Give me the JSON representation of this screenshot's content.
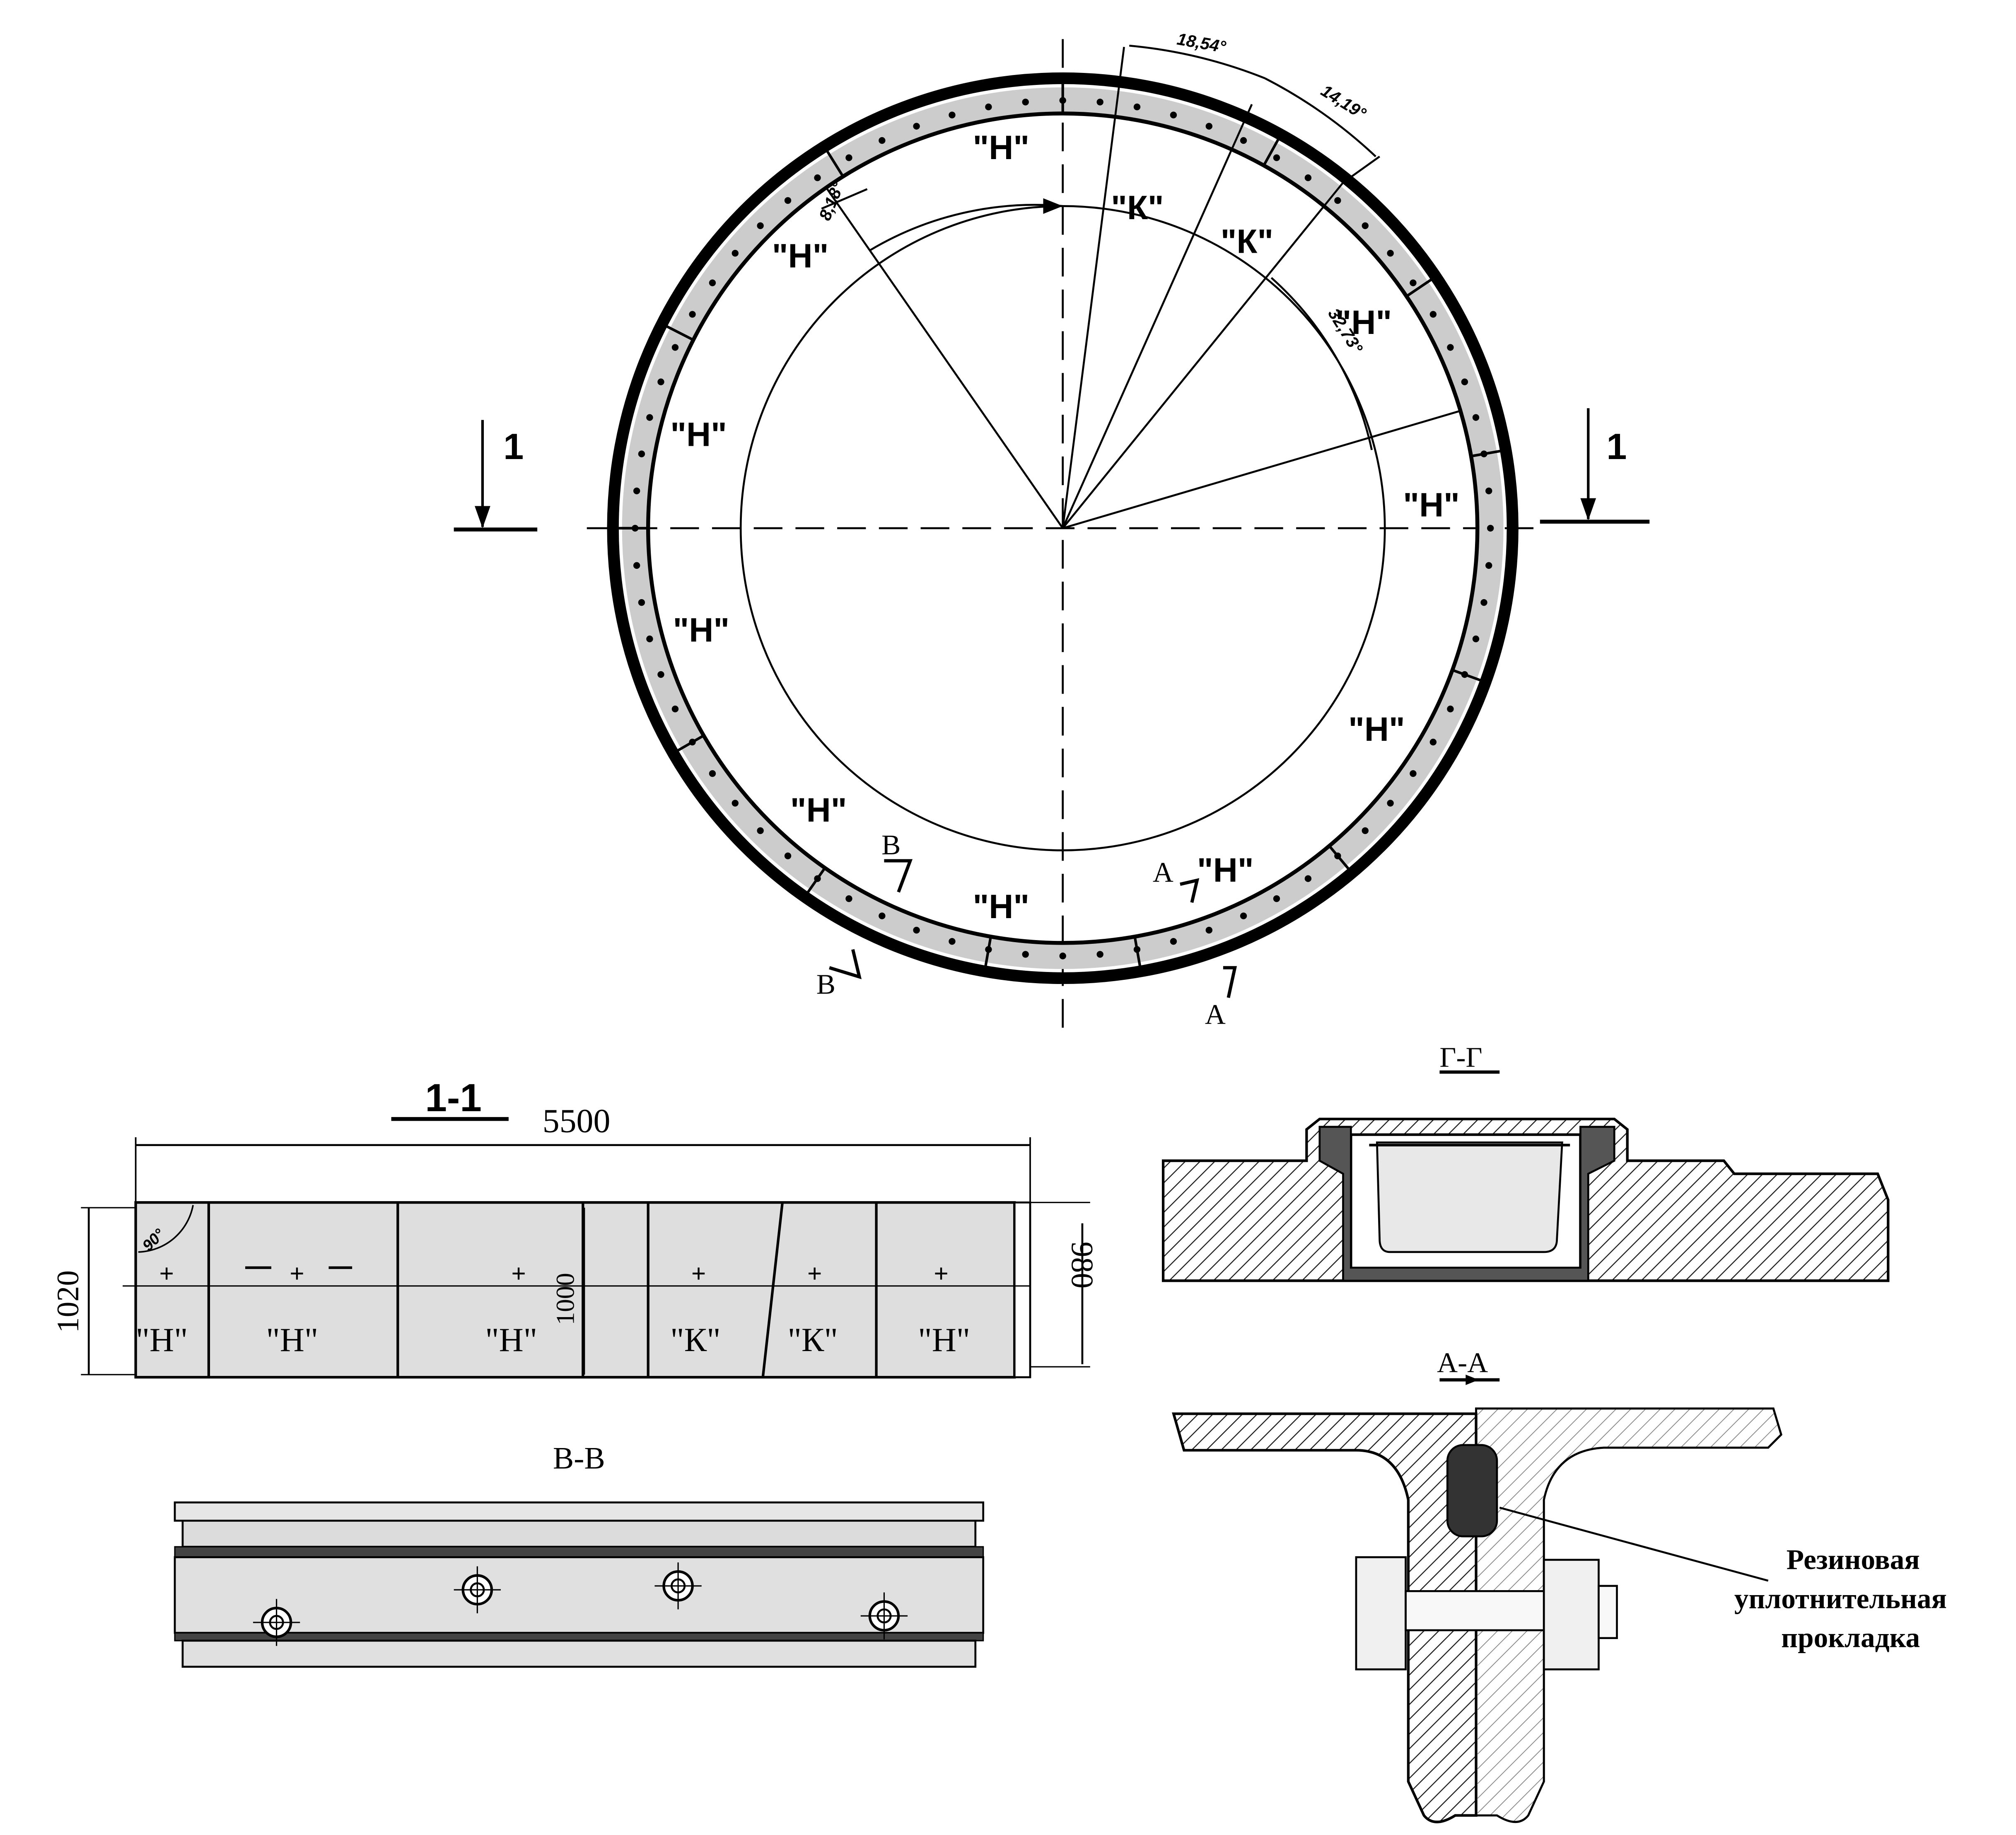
{
  "plan": {
    "angles": [
      "18,54°",
      "14,19°",
      "8,18°",
      "32,73°"
    ],
    "segments": [
      "\"Н\"",
      "\"Н\"",
      "\"К\"",
      "\"К\"",
      "\"Н\"",
      "\"Н\"",
      "\"Н\"",
      "\"Н\"",
      "\"Н\"",
      "\"Н\"",
      "\"Н\"",
      "\"Н\""
    ],
    "section_marks": [
      "1",
      "1"
    ],
    "cuts": [
      "В",
      "В",
      "А",
      "А"
    ]
  },
  "section11": {
    "title": "1-1",
    "length": "5500",
    "angle": "90°",
    "height_left": "1020",
    "height_mid": "1000",
    "height_right": "980",
    "segments": [
      "\"Н\"",
      "\"Н\"",
      "\"Н\"",
      "\"К\"",
      "\"К\"",
      "\"Н\""
    ]
  },
  "sectionBB": {
    "title": "В-В"
  },
  "sectionGG": {
    "title": "Г-Г"
  },
  "sectionAA": {
    "title": "А-А",
    "callout": [
      "Резиновая",
      "уплотнительная",
      "прокладка"
    ]
  }
}
